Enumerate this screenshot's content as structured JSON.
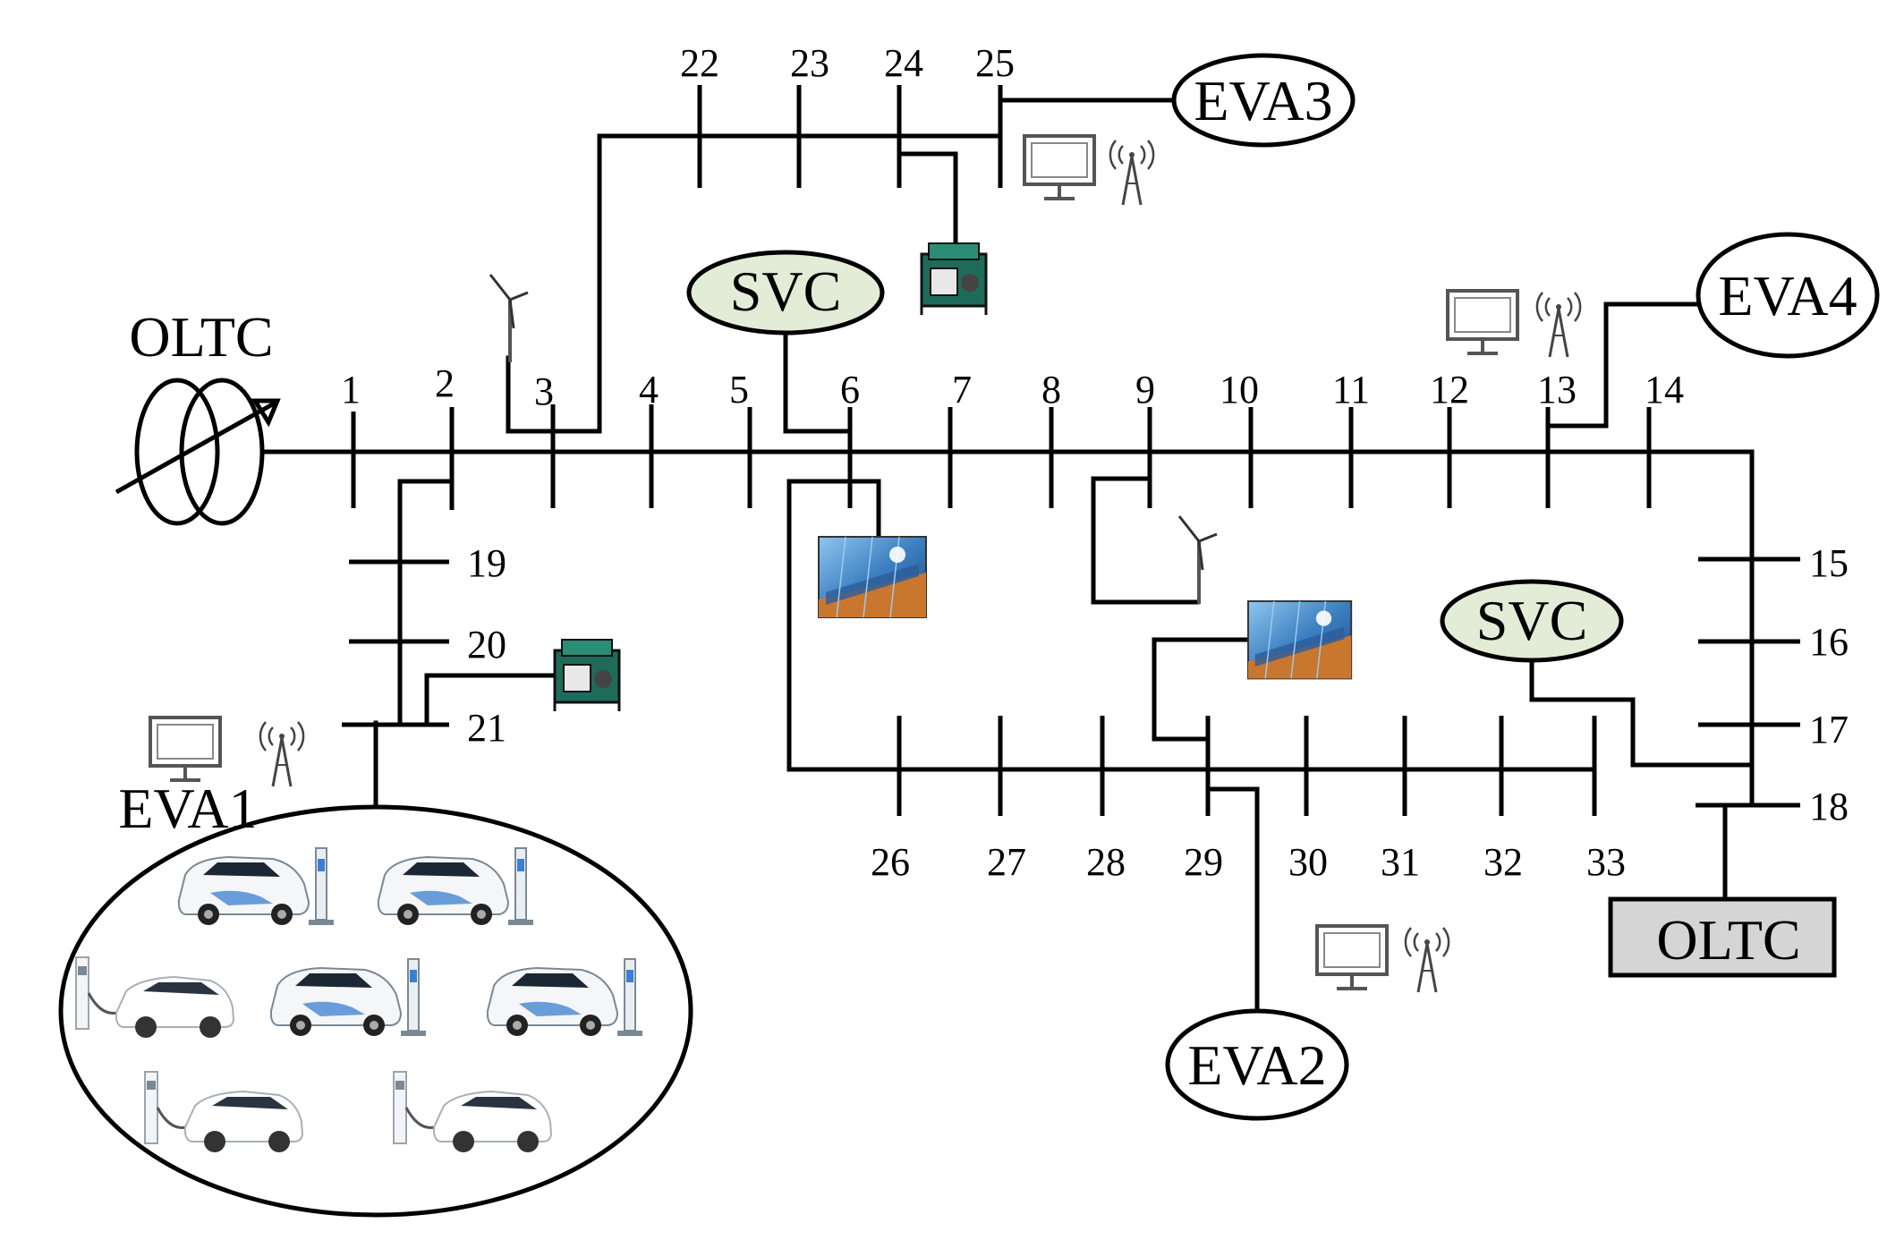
{
  "diagram": {
    "transformer_label": "OLTC",
    "oltc_box_label": "OLTC",
    "svc_labels": [
      "SVC",
      "SVC"
    ],
    "eva_labels": {
      "eva1": "EVA1",
      "eva2": "EVA2",
      "eva3": "EVA3",
      "eva4": "EVA4"
    },
    "bus_numbers": {
      "b1": "1",
      "b2": "2",
      "b3": "3",
      "b4": "4",
      "b5": "5",
      "b6": "6",
      "b7": "7",
      "b8": "8",
      "b9": "9",
      "b10": "10",
      "b11": "11",
      "b12": "12",
      "b13": "13",
      "b14": "14",
      "b15": "15",
      "b16": "16",
      "b17": "17",
      "b18": "18",
      "b19": "19",
      "b20": "20",
      "b21": "21",
      "b22": "22",
      "b23": "23",
      "b24": "24",
      "b25": "25",
      "b26": "26",
      "b27": "27",
      "b28": "28",
      "b29": "29",
      "b30": "30",
      "b31": "31",
      "b32": "32",
      "b33": "33"
    },
    "icons": [
      "wind-turbine-icon",
      "solar-panel-icon",
      "generator-icon",
      "monitor-icon",
      "antenna-icon",
      "electric-vehicle-icon",
      "charging-station-icon"
    ]
  }
}
